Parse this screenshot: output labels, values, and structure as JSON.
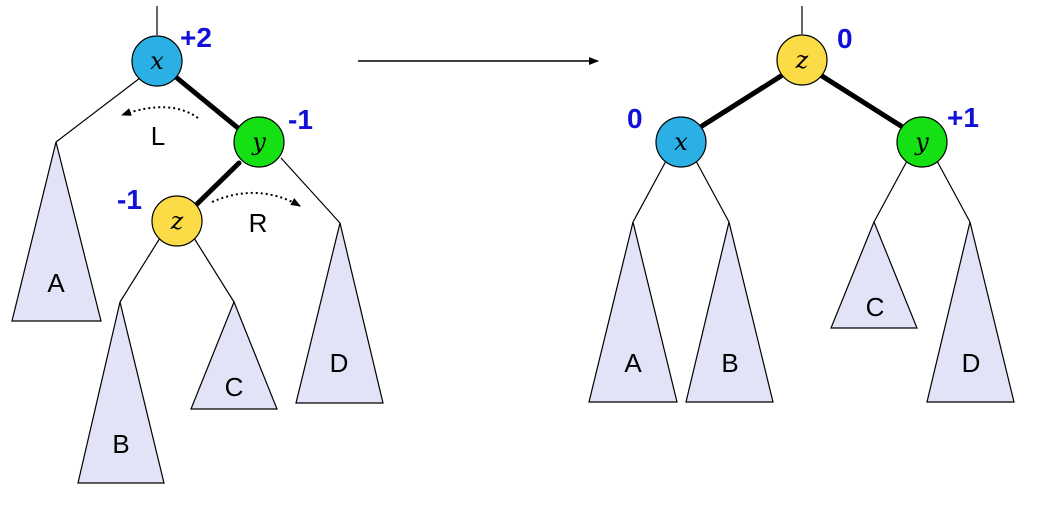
{
  "colors": {
    "x_node": "#2bb0e6",
    "y_node": "#14e014",
    "z_node": "#fbdb46",
    "subtree_fill": "#e2e3f7",
    "balance_text": "#1010d8"
  },
  "before": {
    "nodes": {
      "x": "x",
      "y": "y",
      "z": "z"
    },
    "balances": {
      "x": "+2",
      "y": "-1",
      "z": "-1"
    },
    "subtrees": {
      "a": "A",
      "b": "B",
      "c": "C",
      "d": "D"
    },
    "rotations": {
      "left": "L",
      "right": "R"
    }
  },
  "after": {
    "nodes": {
      "x": "x",
      "y": "y",
      "z": "z"
    },
    "balances": {
      "x": "0",
      "y": "+1",
      "z": "0"
    },
    "subtrees": {
      "a": "A",
      "b": "B",
      "c": "C",
      "d": "D"
    }
  }
}
